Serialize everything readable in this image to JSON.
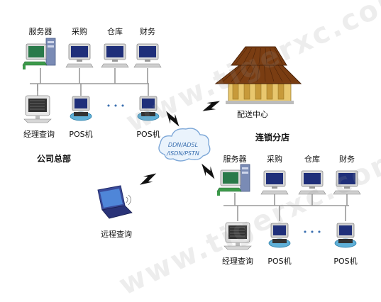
{
  "colors": {
    "line": "#9a9a9a",
    "monitor_body": "#d9d9d9",
    "screen": "#1f2f7a",
    "tower": "#7a8bb5",
    "cloud_fill": "#eaf3fc",
    "cloud_stroke": "#7ea8d8",
    "bolt": "#111111",
    "roof": "#7a3d12",
    "wall": "#e8c76e"
  },
  "watermark": "www.tigerxc.com",
  "hq": {
    "title": "公司总部",
    "top_row": [
      {
        "label": "服务器",
        "icon": "server-icon"
      },
      {
        "label": "采购",
        "icon": "computer-icon"
      },
      {
        "label": "仓库",
        "icon": "computer-icon"
      },
      {
        "label": "财务",
        "icon": "computer-icon"
      }
    ],
    "bottom_row": [
      {
        "label": "经理查询",
        "icon": "terminal-icon"
      },
      {
        "label": "POS机",
        "icon": "pos-icon"
      },
      {
        "label": "POS机",
        "icon": "pos-icon"
      }
    ],
    "ellipsis": "• • •"
  },
  "distribution_center": {
    "label": "配送中心",
    "icon": "warehouse-building-icon"
  },
  "network_cloud": {
    "lines": [
      "DDN/ADSL",
      "/ISDN/PSTN"
    ],
    "icon": "network-cloud-icon"
  },
  "remote": {
    "label": "远程查询",
    "icon": "laptop-icon"
  },
  "branch": {
    "title": "连锁分店",
    "top_row": [
      {
        "label": "服务器",
        "icon": "server-icon"
      },
      {
        "label": "采购",
        "icon": "computer-icon"
      },
      {
        "label": "仓库",
        "icon": "computer-icon"
      },
      {
        "label": "财务",
        "icon": "computer-icon"
      }
    ],
    "bottom_row": [
      {
        "label": "经理查询",
        "icon": "terminal-icon"
      },
      {
        "label": "POS机",
        "icon": "pos-icon"
      },
      {
        "label": "POS机",
        "icon": "pos-icon"
      }
    ],
    "ellipsis": "• • •"
  }
}
